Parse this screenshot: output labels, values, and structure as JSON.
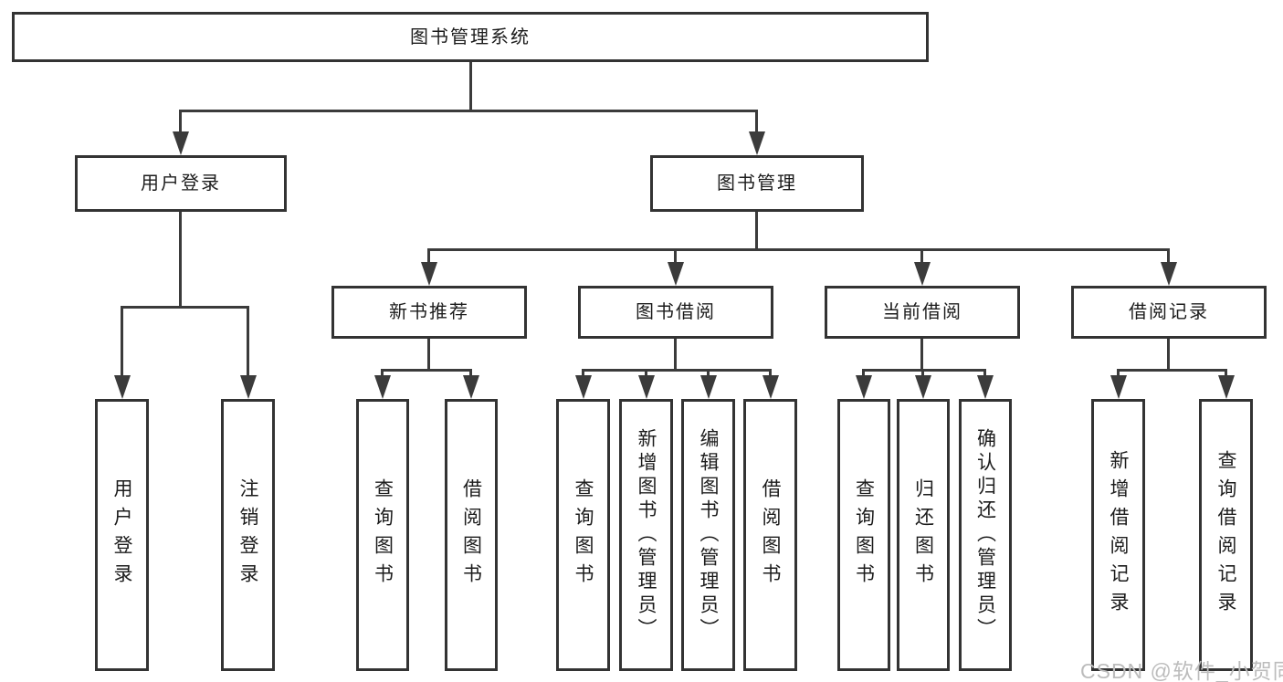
{
  "nodes": {
    "root": "图书管理系统",
    "user_login": "用户登录",
    "book_management": "图书管理",
    "new_book_recommend": "新书推荐",
    "book_borrow": "图书借阅",
    "current_borrow": "当前借阅",
    "borrow_records": "借阅记录",
    "leaf_user_login": "用户登录",
    "leaf_logout": "注销登录",
    "leaf_query_books_1": "查询图书",
    "leaf_borrow_books_1": "借阅图书",
    "leaf_query_books_2": "查询图书",
    "leaf_add_book_admin": "新增图书（管理员）",
    "leaf_edit_book_admin": "编辑图书（管理员）",
    "leaf_borrow_books_2": "借阅图书",
    "leaf_query_books_3": "查询图书",
    "leaf_return_books": "归还图书",
    "leaf_confirm_return_admin": "确认归还（管理员）",
    "leaf_add_borrow_record": "新增借阅记录",
    "leaf_query_borrow_record": "查询借阅记录"
  },
  "watermark": "CSDN @软件_小贺同学",
  "colors": {
    "background": "#ffffff",
    "border": "#333333",
    "line": "#3b3b3b",
    "text": "#1c1c1c",
    "watermark": "#bcbcbc"
  }
}
